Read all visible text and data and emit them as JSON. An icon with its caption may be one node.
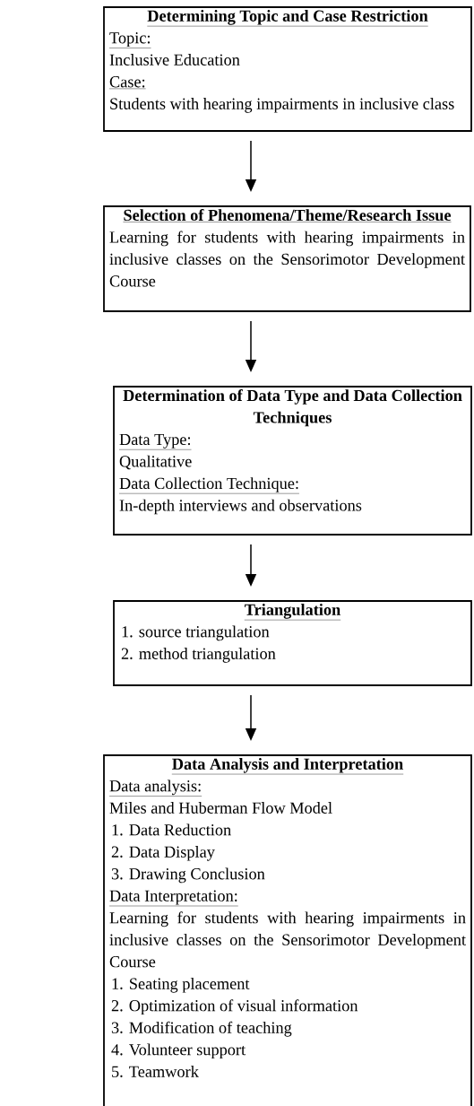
{
  "diagram": {
    "nodes": [
      {
        "text": [
          "Determining Topic and Case Restriction",
          "Topic:",
          "Inclusive Education",
          "Case:",
          "Students with hearing impairments in inclusive class"
        ]
      },
      {
        "text": [
          "Selection of Phenomena/Theme/Research Issue",
          "Learning for students with hearing impairments in inclusive classes on the Sensorimotor Development Course"
        ]
      },
      {
        "text": [
          "Determination of Data Type and Data Collection Techniques",
          "Data Type:",
          "Qualitative",
          "Data Collection Technique:",
          "In-depth interviews and observations"
        ]
      },
      {
        "text": [
          "Triangulation",
          "1. source triangulation",
          "2. method triangulation"
        ]
      },
      {
        "text": [
          "Data Analysis and Interpretation",
          "Data analysis:",
          "Miles and Huberman Flow Model",
          "1. Data Reduction",
          "2. Data Display",
          "3. Drawing Conclusion",
          "Data Interpretation:",
          "Learning for students with hearing impairments in inclusive classes on the Sensorimotor Development Course",
          "1. Seating placement",
          "2. Optimization of visual information",
          "3. Modification of teaching",
          "4. Volunteer support",
          "5. Teamwork"
        ]
      }
    ],
    "edges": [
      {
        "from": 0,
        "to": 1,
        "arrow": "to"
      },
      {
        "from": 1,
        "to": 2,
        "arrow": "to"
      },
      {
        "from": 2,
        "to": 3,
        "arrow": "to"
      },
      {
        "from": 3,
        "to": 4,
        "arrow": "to"
      }
    ]
  }
}
